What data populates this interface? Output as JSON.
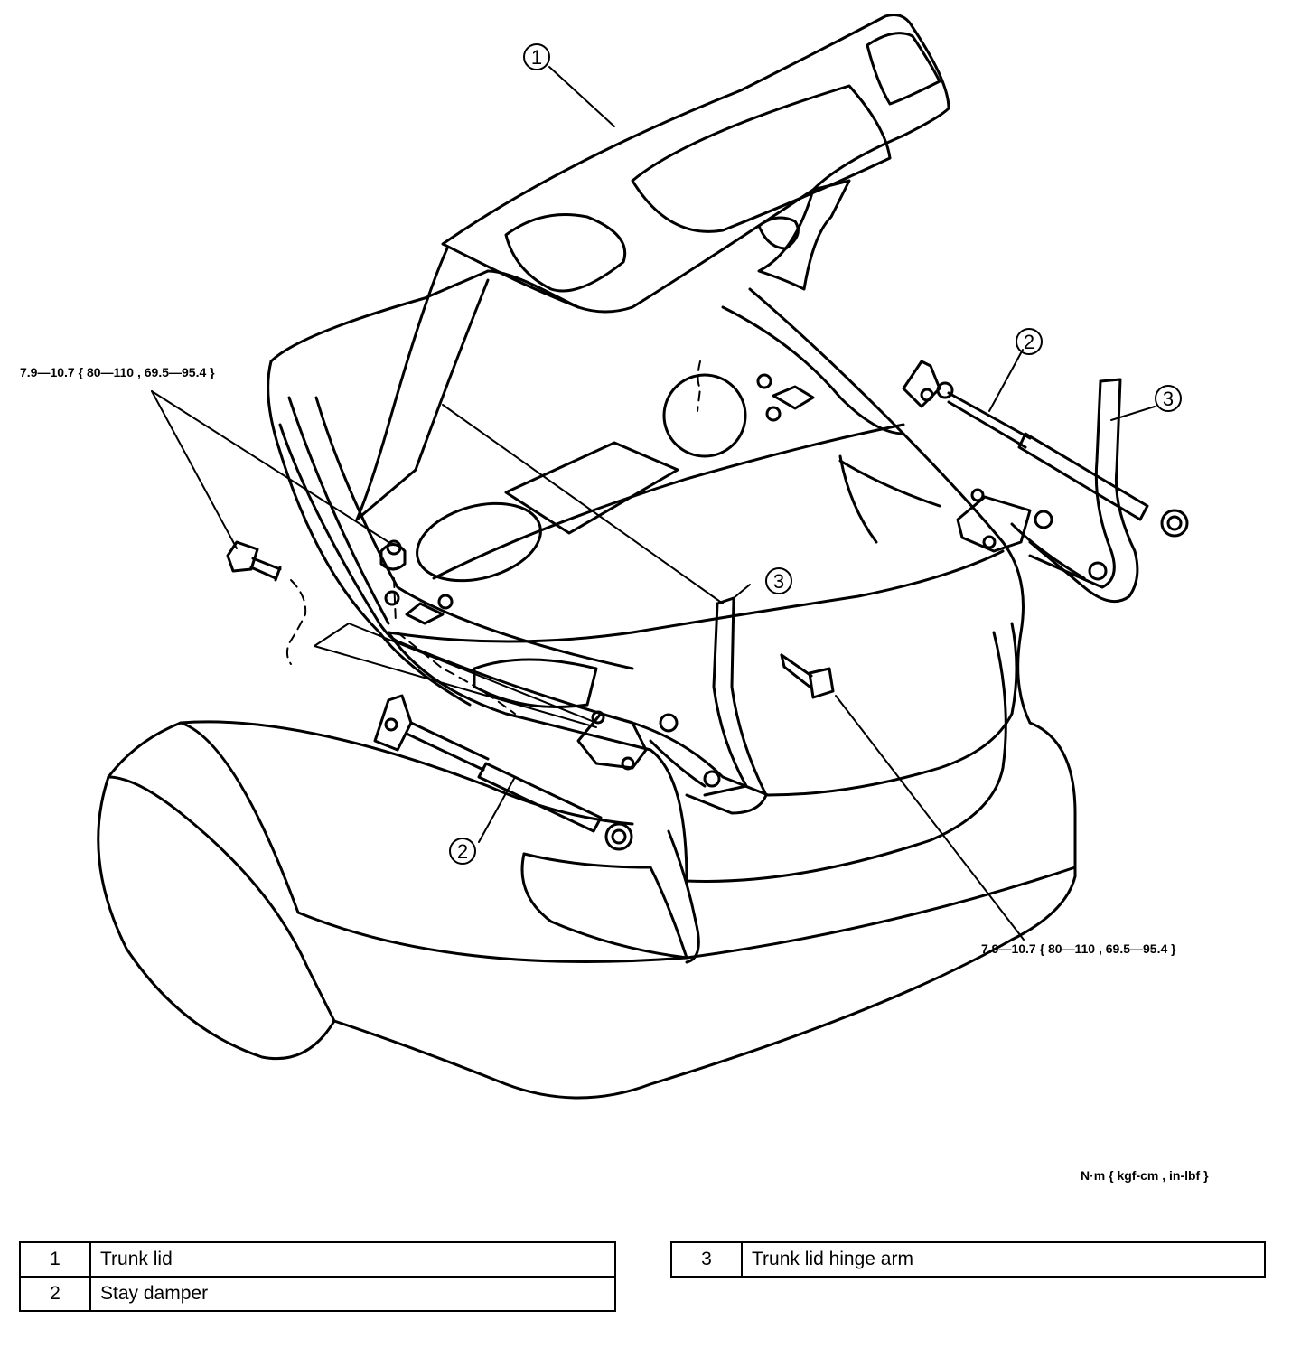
{
  "torque_spec_left": "7.9—10.7 { 80—110 , 69.5—95.4 }",
  "torque_spec_right": "7.9—10.7 { 80—110 , 69.5—95.4 }",
  "callouts": {
    "trunk_lid": "1",
    "stay_damper_right": "2",
    "stay_damper_left": "2",
    "hinge_arm_right": "3",
    "hinge_arm_center": "3"
  },
  "units_label": "N·m { kgf-cm , in-lbf }",
  "legend_left": [
    {
      "num": "1",
      "name": "Trunk lid"
    },
    {
      "num": "2",
      "name": "Stay damper"
    }
  ],
  "legend_right": [
    {
      "num": "3",
      "name": "Trunk lid hinge arm"
    }
  ]
}
